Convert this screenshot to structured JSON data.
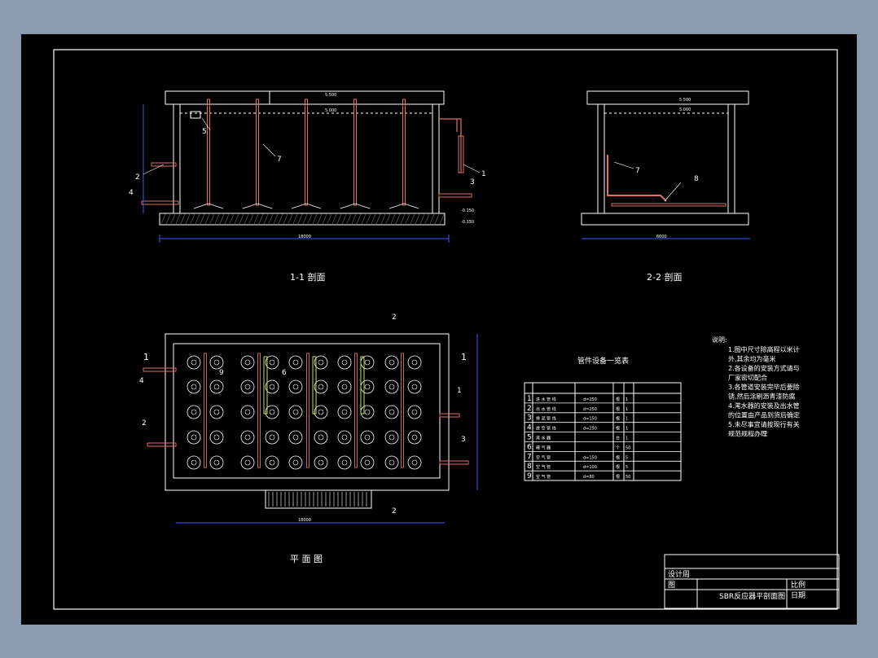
{
  "sections": {
    "s11": {
      "title": "1-1 剖面",
      "label_1": "1",
      "label_2": "2",
      "label_3": "3",
      "label_4": "4",
      "label_5": "5",
      "label_7": "7"
    },
    "s22": {
      "title": "2-2 剖面",
      "label_7": "7",
      "label_8": "8"
    },
    "plan": {
      "title": "平 面 图",
      "label_1": "1",
      "label_2": "2",
      "label_3": "3",
      "label_4": "4",
      "label_6": "6",
      "label_9": "9",
      "cut_1a": "1",
      "cut_1b": "1",
      "cut_2a": "2",
      "cut_2b": "2"
    }
  },
  "table": {
    "title": "管件设备一览表",
    "rows": [
      {
        "no": "1",
        "name": "进 水 管 线",
        "spec": "d=250",
        "unit": "根",
        "qty": "1"
      },
      {
        "no": "2",
        "name": "出 水 管 线",
        "spec": "d=250",
        "unit": "根",
        "qty": "1"
      },
      {
        "no": "3",
        "name": "排 泥 管 线",
        "spec": "d=150",
        "unit": "根",
        "qty": "1"
      },
      {
        "no": "4",
        "name": "放 空 管 线",
        "spec": "d=250",
        "unit": "根",
        "qty": "1"
      },
      {
        "no": "5",
        "name": "滗 水 器",
        "spec": "",
        "unit": "台",
        "qty": "1"
      },
      {
        "no": "6",
        "name": "曝 气 器",
        "spec": "",
        "unit": "个",
        "qty": "50"
      },
      {
        "no": "7",
        "name": "空 气 管",
        "spec": "d=150",
        "unit": "根",
        "qty": "5"
      },
      {
        "no": "8",
        "name": "空 气 管",
        "spec": "d=100",
        "unit": "根",
        "qty": "5"
      },
      {
        "no": "9",
        "name": "空 气 管",
        "spec": "d=80",
        "unit": "根",
        "qty": "50"
      }
    ]
  },
  "notes": {
    "heading": "说明:",
    "lines": [
      "1.图中尺寸除高程以米计",
      "  外,其余均为毫米",
      "2.各设备的安装方式请与",
      "  厂家密切配合",
      "3.各管道安装完毕后要除",
      "  锈,然后涂刷沥青漆防腐",
      "4.滗水器的安装及出水管",
      "  的位置由产品到货后确定",
      "5.未尽事宜请按现行有关",
      "  规范规程办理"
    ]
  },
  "title_block": {
    "designer": "设计周",
    "row2": "图",
    "drawing_title": "SBR反应器平剖面图",
    "scale": "比例",
    "date": "日期"
  },
  "colors": {
    "background": "#000000",
    "outer": "#8a9bb0",
    "line": "#ffffff",
    "pipe": "#e0706a",
    "dim": "#3a5cff",
    "aerator": "#c8e060"
  }
}
